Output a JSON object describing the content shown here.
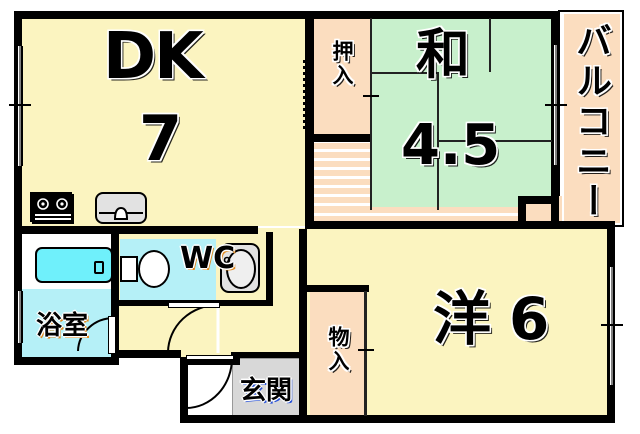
{
  "floorplan": {
    "rooms": [
      {
        "id": "dk",
        "label": "DK",
        "size": "7",
        "type": "dining-kitchen"
      },
      {
        "id": "washitsu",
        "label": "和",
        "size": "4.5",
        "type": "japanese-room"
      },
      {
        "id": "yoshitsu",
        "label": "洋",
        "size": "6",
        "type": "western-room"
      },
      {
        "id": "yokushitsu",
        "label": "浴室",
        "size": "",
        "type": "bathroom"
      },
      {
        "id": "wc",
        "label": "WC",
        "size": "",
        "type": "toilet"
      },
      {
        "id": "oshiire",
        "label": "押入",
        "size": "",
        "type": "closet"
      },
      {
        "id": "mononyuu",
        "label": "物入",
        "size": "",
        "type": "storage"
      },
      {
        "id": "balcony",
        "label": "バルコニー",
        "size": "",
        "type": "balcony"
      },
      {
        "id": "genkan",
        "label": "玄関",
        "size": "",
        "type": "entrance"
      }
    ],
    "fixtures": [
      {
        "id": "stove",
        "name": "gas-stove"
      },
      {
        "id": "sink",
        "name": "kitchen-sink"
      },
      {
        "id": "bathtub",
        "name": "bathtub"
      },
      {
        "id": "toilet",
        "name": "toilet"
      },
      {
        "id": "basin",
        "name": "wash-basin"
      }
    ],
    "colors": {
      "dk_fill": "#fbf4c0",
      "tatami_fill": "#c8f0cc",
      "closet_fill": "#fbddbf",
      "water_fill": "#b5f0f7",
      "wall": "#000000",
      "entrance_pad": "#d8d8d8",
      "tub": "#6ff0fb"
    }
  }
}
